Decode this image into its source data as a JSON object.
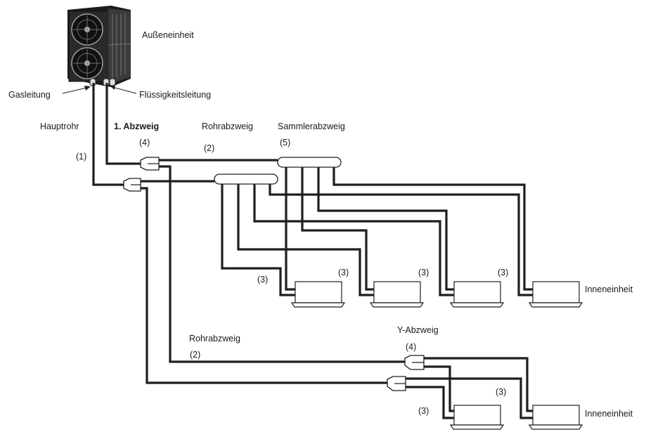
{
  "outdoor_unit": {
    "label": "Außeneinheit",
    "gas_line_label": "Gasleitung",
    "liquid_line_label": "Flüssigkeitsleitung"
  },
  "main_pipe": {
    "label": "Hauptrohr",
    "number": "(1)"
  },
  "first_branch": {
    "label": "1. Abzweig",
    "number": "(4)"
  },
  "upper_pipe_branch": {
    "label": "Rohrabzweig",
    "number": "(2)"
  },
  "header_branch": {
    "label": "Sammlerabzweig",
    "number": "(5)"
  },
  "lower_pipe_branch": {
    "label": "Rohrabzweig",
    "number": "(2)"
  },
  "y_branch": {
    "label": "Y-Abzweig",
    "number": "(4)"
  },
  "indoor_pipe_number": "(3)",
  "indoor_unit_label": "Inneneinheit"
}
